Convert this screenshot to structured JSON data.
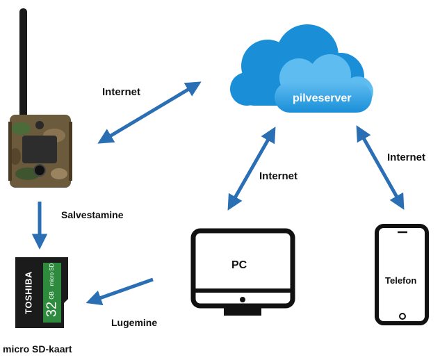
{
  "nodes": {
    "camera": {
      "icon": "trail-camera-icon"
    },
    "sd_card": {
      "icon": "sd-card-icon",
      "brand": "TOSHIBA",
      "capacity": "32",
      "capacity_unit": "GB",
      "spec_text": "micro SD",
      "label": "micro SD-kaart"
    },
    "cloud": {
      "icon": "cloud-icon",
      "label": "pilveserver"
    },
    "pc": {
      "icon": "monitor-icon",
      "label": "PC"
    },
    "phone": {
      "icon": "smartphone-icon",
      "label": "Telefon"
    }
  },
  "connections": {
    "camera_cloud": "Internet",
    "pc_cloud": "Internet",
    "phone_cloud": "Internet",
    "camera_sd": "Salvestamine",
    "pc_sd": "Lugemine"
  },
  "colors": {
    "arrow": "#2a6eb3",
    "cloud_dark": "#1a8fd8",
    "cloud_light": "#5fbcf0",
    "device": "#111111",
    "camo": "#6b5a3c",
    "sd_body": "#1b1b1b",
    "sd_label": "#2e8b3e"
  }
}
